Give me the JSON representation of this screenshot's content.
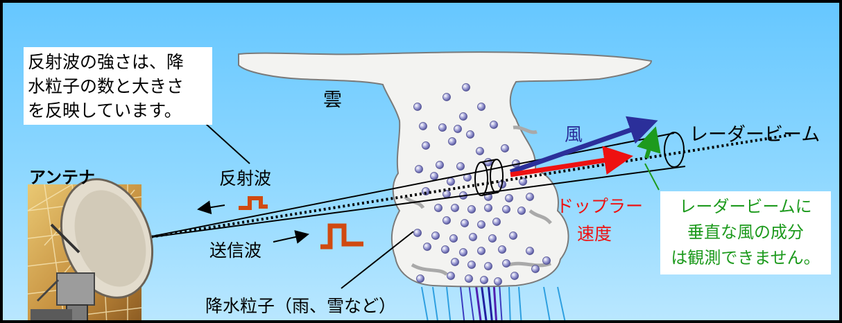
{
  "labels": {
    "reflection_note": [
      "反射波の強さは、降",
      "水粒子の数と大きさ",
      "を反映しています。"
    ],
    "cloud": "雲",
    "wind": "風",
    "radar_beam": "レーダービーム",
    "antenna": "アンテナ",
    "reflected_wave": "反射波",
    "transmitted_wave": "送信波",
    "doppler_velocity": [
      "ドップラー",
      "速度"
    ],
    "perpendicular_note": [
      "レーダービームに",
      "垂直な風の成分",
      "は観測できません。"
    ],
    "precipitation_particles": "降水粒子（雨、雪など）"
  },
  "colors": {
    "sky": "#7fd0ff",
    "frame": "#000000",
    "wind_arrow": "#2b2f9a",
    "doppler_arrow": "#ee1111",
    "perpendicular_arrow": "#1d9a1d",
    "pulse": "#d04a10",
    "doppler_text": "#ee1111",
    "perpendicular_text": "#1d9a1d",
    "wind_text": "#2b2f9a"
  },
  "icons": [
    "radar-dish-photo-icon",
    "reflected-pulse-icon",
    "transmitted-pulse-icon",
    "cloud-icon"
  ]
}
